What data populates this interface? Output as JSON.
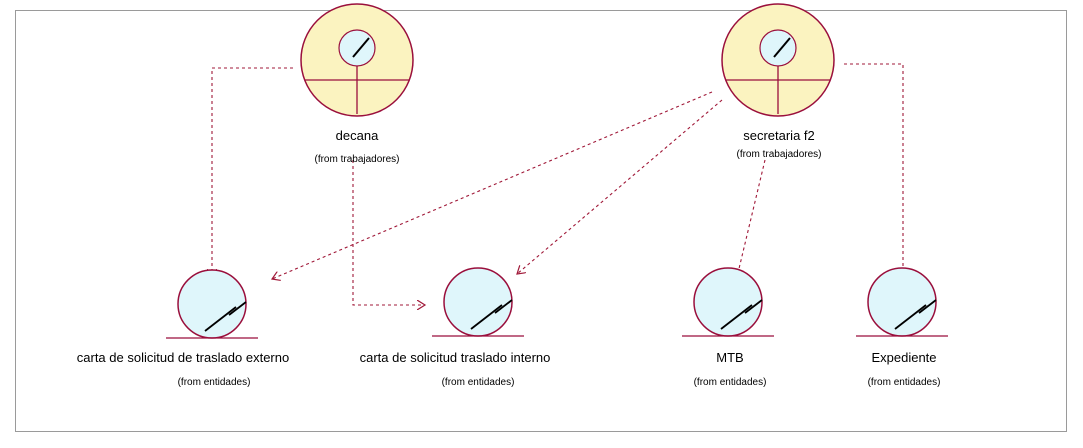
{
  "colors": {
    "worker_fill": "#fbf3c0",
    "entity_fill": "#dff6fb",
    "outline": "#9a0f3c",
    "dependency": "#a01838"
  },
  "workers": [
    {
      "id": "decana",
      "name": "decana",
      "package": "(from trabajadores)"
    },
    {
      "id": "secretaria",
      "name": "secretaria f2",
      "package": "(from trabajadores)"
    }
  ],
  "entities": [
    {
      "id": "externo",
      "name": "carta de solicitud de traslado externo",
      "package": "(from entidades)"
    },
    {
      "id": "interno",
      "name": "carta de solicitud traslado interno",
      "package": "(from entidades)"
    },
    {
      "id": "mtb",
      "name": "MTB",
      "package": "(from entidades)"
    },
    {
      "id": "expediente",
      "name": "Expediente",
      "package": "(from entidades)"
    }
  ],
  "dependencies": [
    {
      "from": "decana",
      "to": "externo"
    },
    {
      "from": "decana",
      "to": "interno"
    },
    {
      "from": "secretaria",
      "to": "externo"
    },
    {
      "from": "secretaria",
      "to": "interno"
    },
    {
      "from": "secretaria",
      "to": "mtb"
    },
    {
      "from": "secretaria",
      "to": "expediente"
    }
  ]
}
